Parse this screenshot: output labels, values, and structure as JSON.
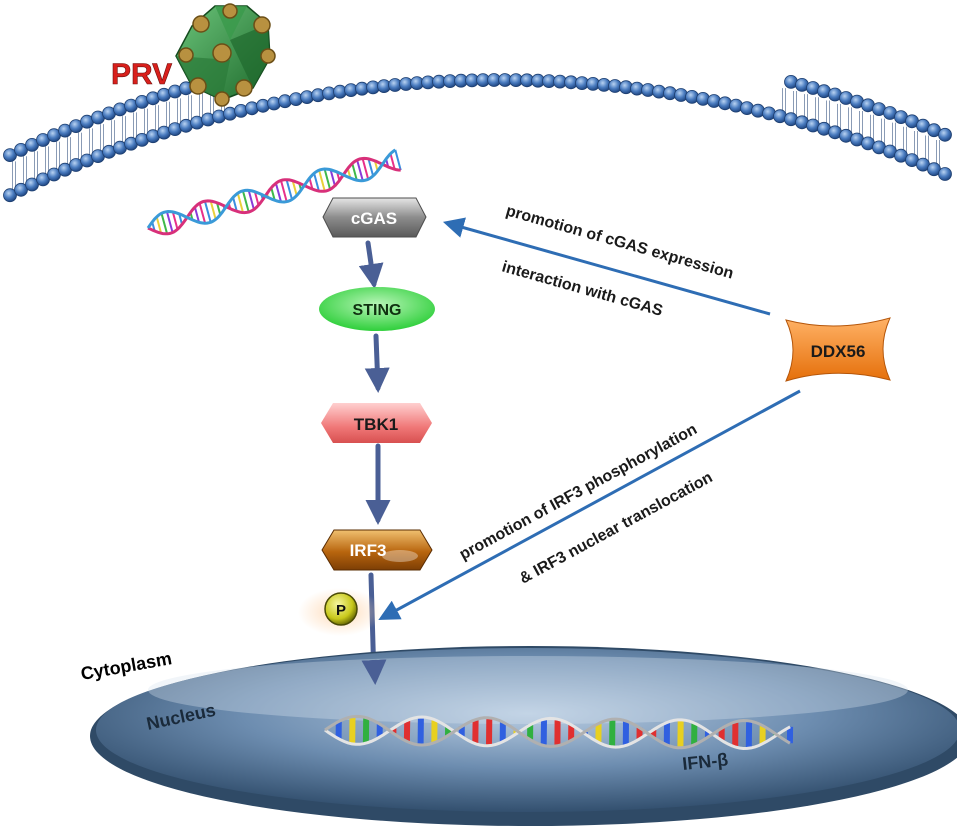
{
  "virus": {
    "label": "PRV"
  },
  "dna_top": {
    "name": "viral-dna"
  },
  "pathway": {
    "cgas": "cGAS",
    "sting": "STING",
    "tbk1": "TBK1",
    "irf3": "IRF3",
    "phospho": "P"
  },
  "regulator": {
    "label": "DDX56"
  },
  "arrows": {
    "upper_line1": "promotion of cGAS expression",
    "upper_line2": "interaction with cGAS",
    "lower_line1": "promotion of IRF3 phosphorylation",
    "lower_line2": "& IRF3 nuclear translocation"
  },
  "compartments": {
    "cytoplasm": "Cytoplasm",
    "nucleus": "Nucleus",
    "gene": "IFN-β"
  },
  "colors": {
    "membrane": "#3f6fb5",
    "arrow": "#2e6db4",
    "cgas": "#9a9a9a",
    "sting": "#3ddc4a",
    "tbk1": "#f07c7c",
    "irf3": "#b8650e",
    "ddx56": "#f6851f",
    "virus_label": "#d8201c",
    "nucleus": "#4d6f95"
  }
}
